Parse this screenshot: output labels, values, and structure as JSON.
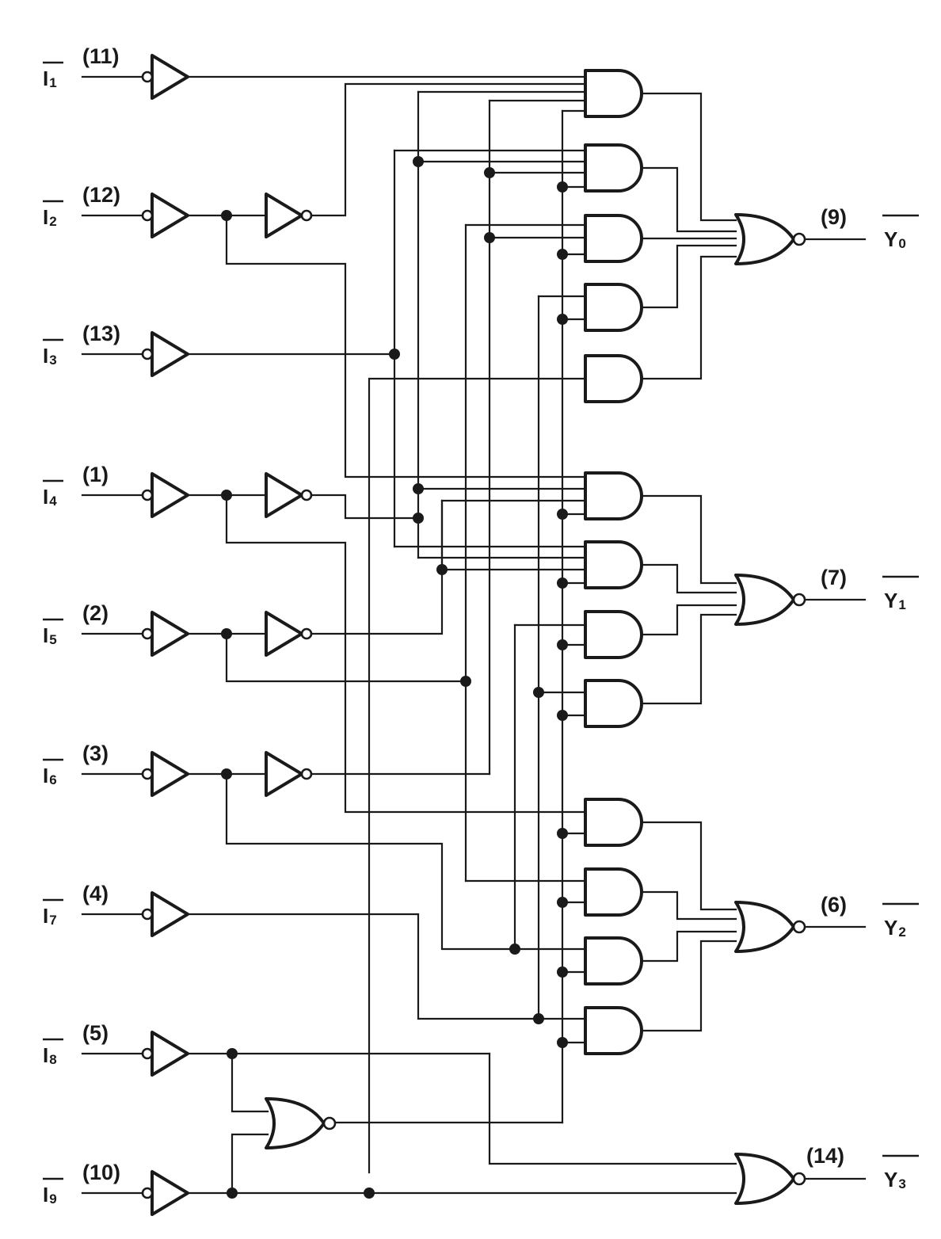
{
  "inputs": [
    {
      "name": "I",
      "sub": "1",
      "pin": "(11)"
    },
    {
      "name": "I",
      "sub": "2",
      "pin": "(12)"
    },
    {
      "name": "I",
      "sub": "3",
      "pin": "(13)"
    },
    {
      "name": "I",
      "sub": "4",
      "pin": "(1)"
    },
    {
      "name": "I",
      "sub": "5",
      "pin": "(2)"
    },
    {
      "name": "I",
      "sub": "6",
      "pin": "(3)"
    },
    {
      "name": "I",
      "sub": "7",
      "pin": "(4)"
    },
    {
      "name": "I",
      "sub": "8",
      "pin": "(5)"
    },
    {
      "name": "I",
      "sub": "9",
      "pin": "(10)"
    }
  ],
  "outputs": [
    {
      "name": "Y",
      "sub": "0",
      "pin": "(9)"
    },
    {
      "name": "Y",
      "sub": "1",
      "pin": "(7)"
    },
    {
      "name": "Y",
      "sub": "2",
      "pin": "(6)"
    },
    {
      "name": "Y",
      "sub": "3",
      "pin": "(14)"
    }
  ]
}
